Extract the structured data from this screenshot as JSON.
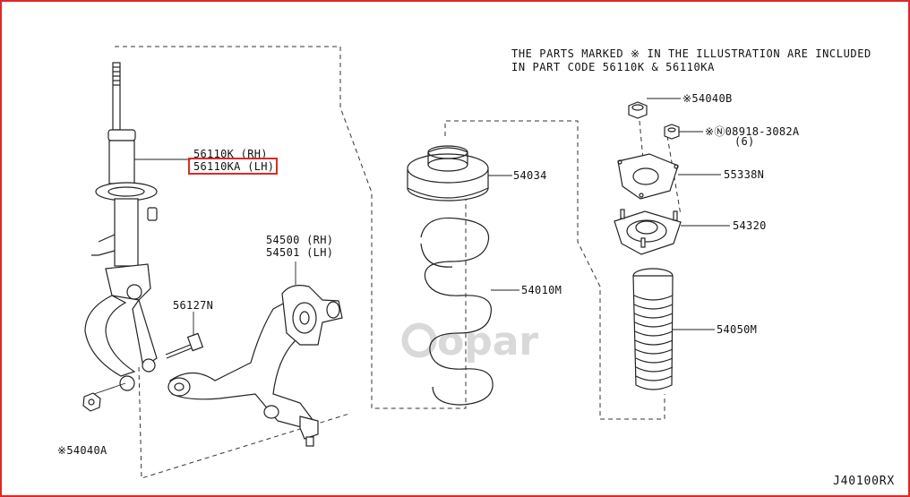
{
  "note": {
    "line1": "THE PARTS MARKED  ※  IN THE ILLUSTRATION ARE INCLUDED",
    "line2": "IN PART CODE 56110K & 56110KA"
  },
  "labels": {
    "strut_rh": "56110K (RH)",
    "strut_lh": "56110KA (LH)",
    "bolt": "56127N",
    "arm_rh": "54500 (RH)",
    "arm_lh": "54501 (LH)",
    "nut_lower": "※54040A",
    "seat": "54034",
    "spring": "54010M",
    "nut_top": "※54040B",
    "bolt_top": "※Ⓝ08918-3082A",
    "bolt_top_qty": "(6)",
    "plate": "55338N",
    "mount": "54320",
    "boot": "54050M"
  },
  "diagram_code": "J40100RX",
  "watermark": "opar",
  "highlight_color": "#e02828"
}
